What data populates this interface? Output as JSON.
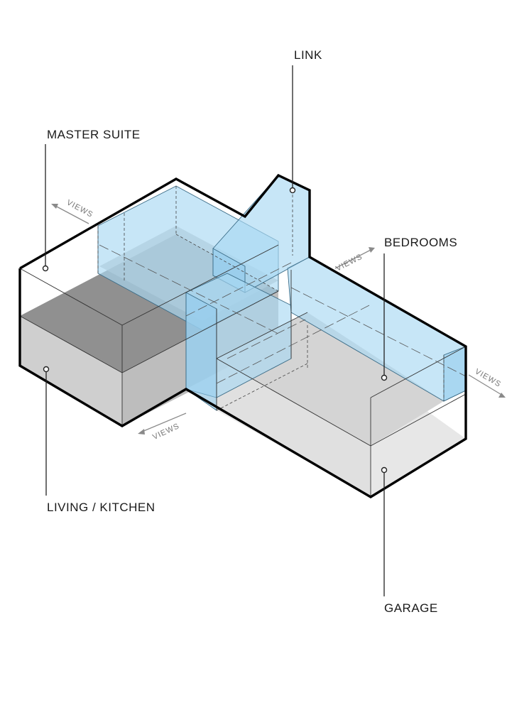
{
  "labels": {
    "link": "LINK",
    "master_suite": "MASTER SUITE",
    "bedrooms": "BEDROOMS",
    "living_kitchen": "LIVING / KITCHEN",
    "garage": "GARAGE"
  },
  "view_annotations": {
    "views_master": "VIEWS",
    "views_bedrooms": "VIEWS",
    "views_right": "VIEWS",
    "views_living": "VIEWS"
  },
  "colors": {
    "glass": "#a9d9f2",
    "floor_dark": "#7f7f7f",
    "floor_mid": "#b7b7b7",
    "floor_light": "#e6e6e6",
    "outline": "#000000"
  }
}
